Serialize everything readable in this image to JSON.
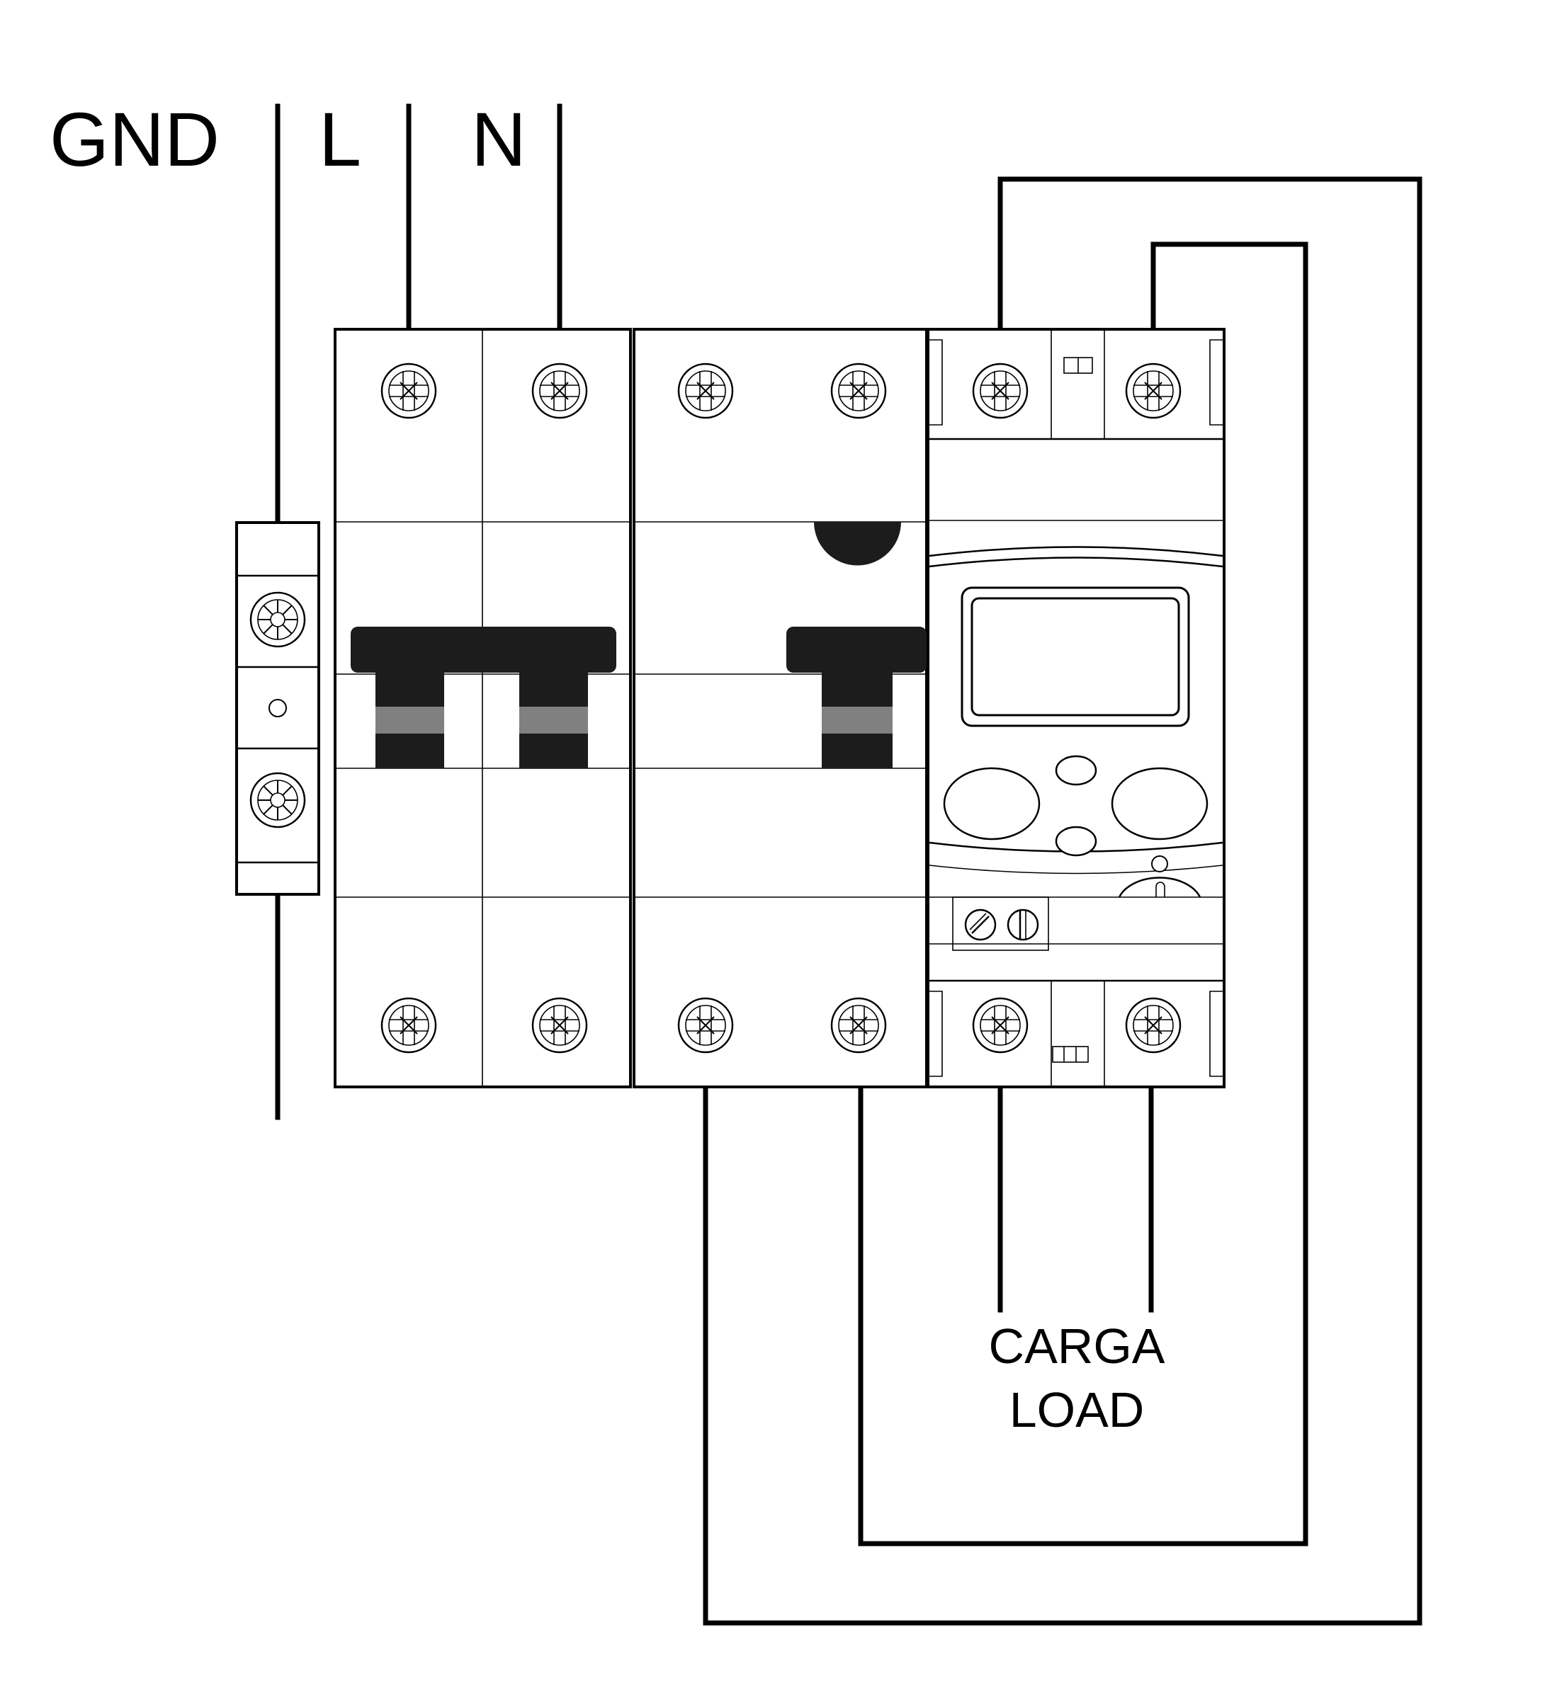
{
  "labels": {
    "gnd": "GND",
    "line": "L",
    "neutral": "N",
    "load_es": "CARGA",
    "load_en": "LOAD"
  },
  "colors": {
    "ink": "#000000",
    "handle_fill": "#1c1c1c",
    "handle_band": "#808080",
    "background": "#ffffff"
  },
  "components": [
    {
      "name": "ground-terminal-block",
      "screw_icons": 2
    },
    {
      "name": "two-pole-circuit-breaker",
      "handles": 2,
      "screw_icons": 4
    },
    {
      "name": "residual-current-device",
      "handles": 1,
      "screw_icons": 4
    },
    {
      "name": "timer-relay-module",
      "screw_icons": 4,
      "buttons": 4
    }
  ]
}
